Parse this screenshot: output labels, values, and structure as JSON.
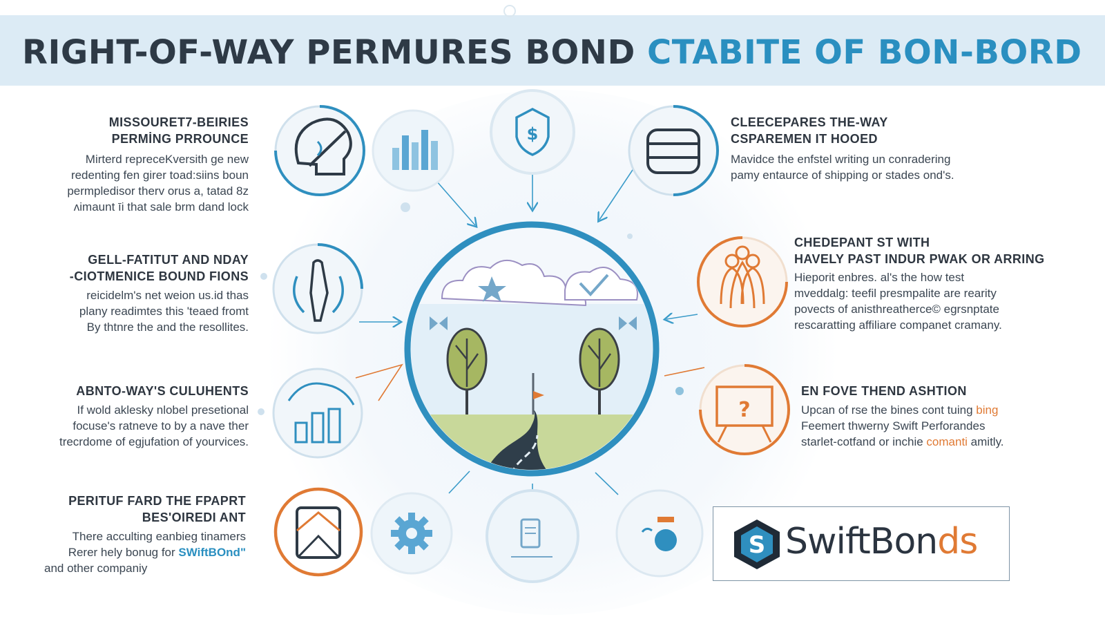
{
  "title": {
    "dark": "RIGHT-OF-WAY PERMURES BOND",
    "blue": "CTABITE OF BON-BORD"
  },
  "colors": {
    "accent_blue": "#2a8fc0",
    "accent_orange": "#e07a34",
    "dark_text": "#2e3a46",
    "banner": "#dcebf5"
  },
  "center_icon": "road-landscape-icon",
  "sections": {
    "top_left": {
      "heading": [
        "MISSOURET7-BEIRIES",
        "PERMİNG PRROUNCE"
      ],
      "body": [
        "Mirterd repreceKversith ge new",
        "redenting fen girer toad:siins boun",
        "permpledisor therv orus a, tatad 8z",
        "ʌimaunt īi that sale brm dand lock"
      ],
      "icon": "head-hand-icon"
    },
    "mid_left": {
      "heading": [
        "GELL-FATITUT AND NDAY",
        "-CIOTMENICE BOUND FIONS"
      ],
      "body": [
        "reicidelm's net weion us.id thas",
        "plany readimtes this 'teaed fromt",
        "By thtnre the and the resollites."
      ],
      "icon": "figure-cycle-icon"
    },
    "low_left": {
      "heading": [
        "ABNTO-WAY'S CULUHENTS"
      ],
      "body": [
        "If wold aklesky nlobel presetional",
        "focuse's ratneve to  by a nave  ther",
        "trecrdome of egjufation of yourvices."
      ],
      "icon": "hand-chart-icon"
    },
    "bottom_left": {
      "heading": [
        "PERITUF FARD THE FPAPRT",
        "BES'OIREDI ANT"
      ],
      "body_plain": [
        "There acculting eanbieg tinamers",
        "Rerer hely bonug for "
      ],
      "body_brand": "SWiftBOnd\"",
      "body_end": "and other companiy",
      "icon": "envelope-icon"
    },
    "top_right": {
      "heading": [
        "CLEECEPARES THE-WAY",
        "CSPAREMEN IT HOOED"
      ],
      "body": [
        "Mavidce the enfstel writing un conradering",
        "pamy entaurce of shipping or stades ond's."
      ],
      "icon": "server-stack-icon"
    },
    "mid_right": {
      "heading": [
        "CHEDEPANT ST WITH",
        "HAVELY PAST INDUR PWAK OR ARRING"
      ],
      "body": [
        "Hieporit enbres. al's the how test"
      ],
      "body_orange": [
        "mveddalg: teefil presmpalite are rearity",
        "povects of anisthreatherce© egrsnptate",
        "rescaratting affiliare companet cramany."
      ],
      "icon": "group-people-icon"
    },
    "low_right": {
      "heading": [
        "EN FOVE THEND ASHTION"
      ],
      "body_plain": "Upcan of rse the bines cont tuing ",
      "body_plain_orange": "bing",
      "body_orange": "Feemert thwerny Swift Perforandes",
      "body_mixed_plain": "starlet-cotfand or inchie ",
      "body_mixed_orange": "comanti",
      "body_mixed_end": " amitly.",
      "icon": "monitor-question-icon"
    }
  },
  "top_icons": [
    "bar-chart-icon",
    "shield-dollar-icon"
  ],
  "bottom_icons": [
    "gear-icon",
    "document-device-icon",
    "bottle-hand-icon"
  ],
  "logo": {
    "text": "SwiftBon",
    "text_end": "ds",
    "mark": "s-hexagon-icon",
    "mark_letter": "S"
  }
}
